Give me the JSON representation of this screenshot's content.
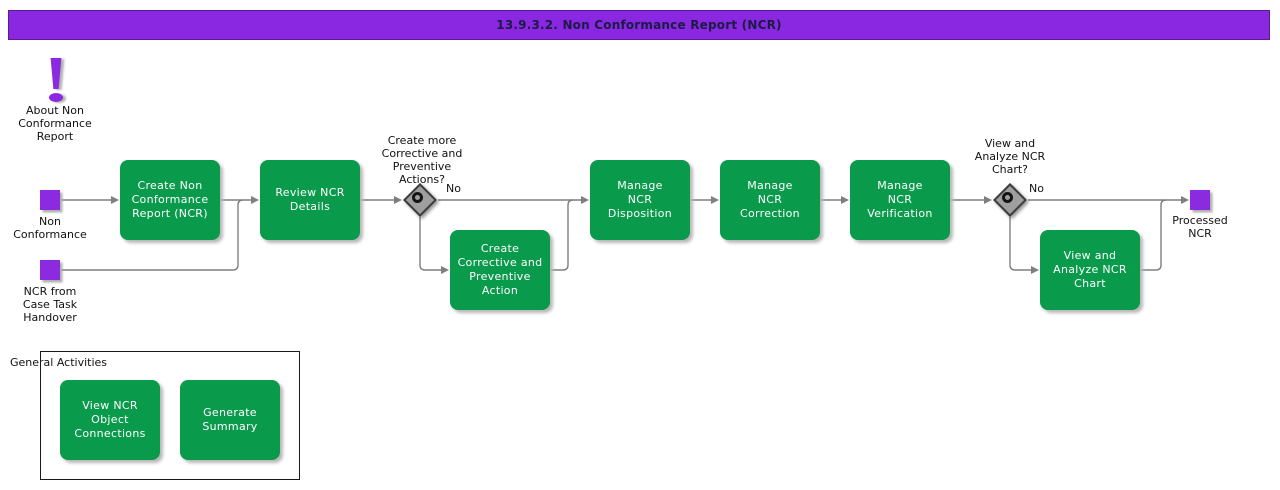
{
  "colors": {
    "title_bg": "#8928e0",
    "title_text": "#1b1b46",
    "activity_green": "#0a9a4b",
    "activity_text": "#ffffff",
    "event_purple": "#8b2bdf",
    "line_gray": "#7f7f7f",
    "gateway_fill": "#9f9f9f",
    "gateway_border": "#3c3c3c",
    "label_text": "#111111",
    "group_border": "#1a1a1a"
  },
  "diagram": {
    "title": "13.9.3.2. Non Conformance Report (NCR)",
    "note": {
      "label": "About Non\nConformance\nReport"
    },
    "events": {
      "non_conformance": {
        "label": "Non\nConformance"
      },
      "ncr_handover": {
        "label": "NCR from\nCase Task\nHandover"
      },
      "processed_ncr": {
        "label": "Processed\nNCR"
      }
    },
    "activities": {
      "create_ncr": {
        "label": "Create Non\nConformance\nReport (NCR)"
      },
      "review_ncr": {
        "label": "Review NCR\nDetails"
      },
      "create_capa": {
        "label": "Create\nCorrective and\nPreventive\nAction"
      },
      "manage_disposition": {
        "label": "Manage\nNCR\nDisposition"
      },
      "manage_correction": {
        "label": "Manage\nNCR\nCorrection"
      },
      "manage_verification": {
        "label": "Manage\nNCR\nVerification"
      },
      "view_chart": {
        "label": "View and\nAnalyze NCR\nChart"
      },
      "view_connections": {
        "label": "View NCR\nObject\nConnections"
      },
      "generate_summary": {
        "label": "Generate\nSummary"
      }
    },
    "gateways": {
      "capa_decision": {
        "question": "Create more\nCorrective and\nPreventive\nActions?",
        "no_label": "No"
      },
      "chart_decision": {
        "question": "View and\nAnalyze NCR\nChart?",
        "no_label": "No"
      }
    },
    "group": {
      "label": "General Activities"
    }
  }
}
